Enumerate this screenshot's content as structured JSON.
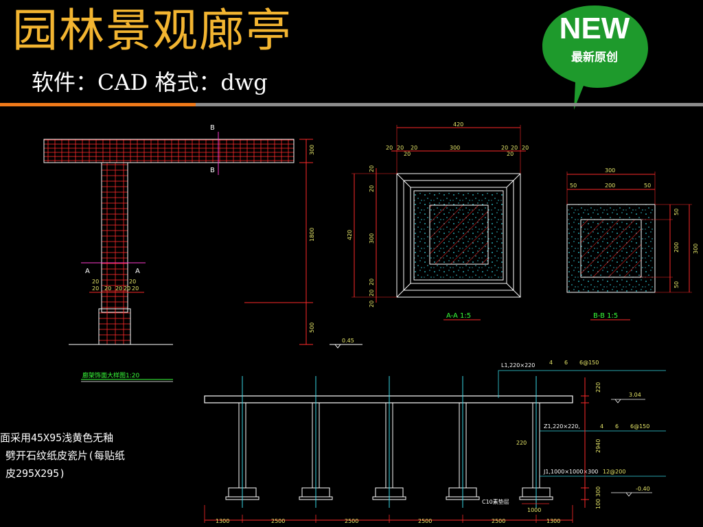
{
  "header": {
    "title": "园林景观廊亭",
    "subtitle": "软件：CAD 格式：dwg"
  },
  "badge": {
    "main": "NEW",
    "sub": "最新原创",
    "color": "#1e9a2c"
  },
  "colors": {
    "title": "#f3b531",
    "accent_bar": "#f07a1a",
    "dim_line": "#ff2a2a",
    "dim_text": "#e8e86a",
    "outline": "#ffffff",
    "cyan": "#37d9e6",
    "magenta": "#ff3bd1",
    "green": "#39ff3a"
  },
  "left_detail": {
    "section_marks": [
      "B",
      "B",
      "A",
      "A"
    ],
    "dims_right": [
      "300",
      "1800",
      "500"
    ],
    "dims_bottom": [
      "20",
      "20",
      "20",
      "20",
      "20",
      "20",
      "20"
    ],
    "level": "0.45",
    "caption": "廊架饰面大样图1:20"
  },
  "section_aa": {
    "top_total": "420",
    "top_parts": [
      "20",
      "20",
      "20",
      "300",
      "20",
      "20",
      "20"
    ],
    "small_left": "20",
    "small_right": "20",
    "left_total": "420",
    "left_parts": [
      "20",
      "20",
      "300",
      "20",
      "20",
      "20"
    ],
    "caption": "A-A 1:5"
  },
  "section_bb": {
    "top_total": "300",
    "top_parts": [
      "50",
      "200",
      "50"
    ],
    "right_parts": [
      "50",
      "200",
      "50"
    ],
    "right_total": "300",
    "caption": "B-B 1:5"
  },
  "elevation": {
    "labels": [
      "L1,220×220",
      "Z1,220×220,",
      "J1,1000×1000×300"
    ],
    "rebar_top": [
      "4",
      "6",
      "6@150"
    ],
    "rebar_mid": [
      "4",
      "6",
      "6@150"
    ],
    "rebar_bottom": "12@200",
    "levels": [
      "3.04",
      "-0.40"
    ],
    "dims_right": [
      "220",
      "2940",
      "300",
      "100"
    ],
    "dim_col": "220",
    "foot_note": "C10素垫层",
    "foot_dim": "1000",
    "spans": [
      "1300",
      "2500",
      "2500",
      "2500",
      "2500",
      "1300"
    ]
  },
  "note": {
    "lines": [
      "面采用45X95浅黄色无釉",
      "劈开石纹纸皮瓷片(每贴纸",
      "皮295X295)"
    ]
  }
}
